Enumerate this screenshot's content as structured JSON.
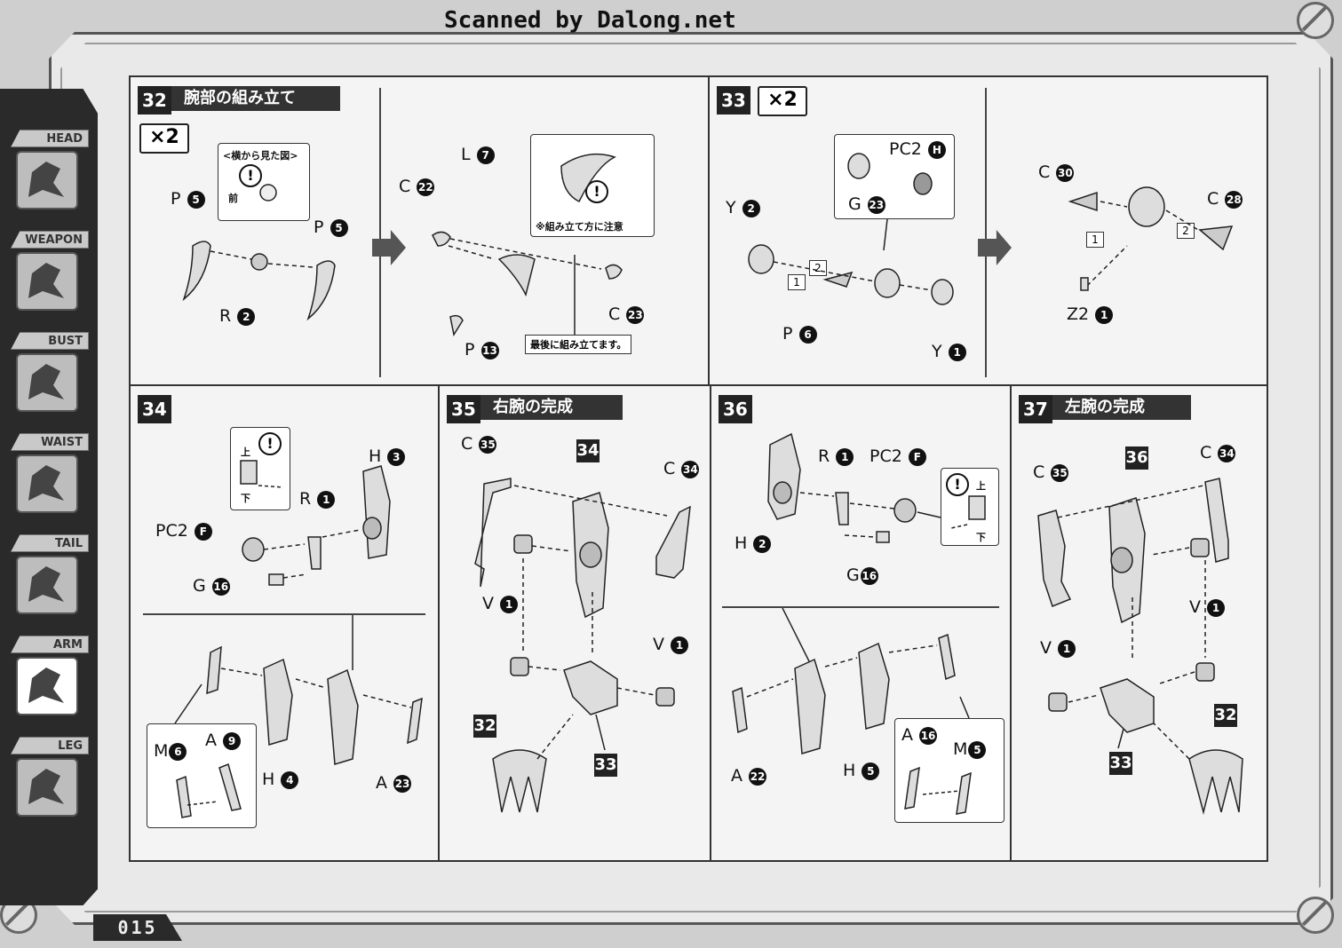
{
  "scan_credit": "Scanned by Dalong.net",
  "page_number": "015",
  "sidebar": {
    "tabs": [
      {
        "label": "HEAD",
        "icon": "head-icon"
      },
      {
        "label": "WEAPON",
        "icon": "weapon-icon"
      },
      {
        "label": "BUST",
        "icon": "bust-icon"
      },
      {
        "label": "WAIST",
        "icon": "waist-icon"
      },
      {
        "label": "TAIL",
        "icon": "tail-icon"
      },
      {
        "label": "ARM",
        "icon": "arm-icon",
        "active": true
      },
      {
        "label": "LEG",
        "icon": "leg-icon"
      }
    ]
  },
  "steps": {
    "s32": {
      "number": "32",
      "title": "腕部の組み立て",
      "qty": "×2",
      "side_view_label": "<横から見た図>",
      "front_label": "前",
      "caution_text": "※組み立て方に注意",
      "last_note": "最後に組み立てます。",
      "parts": {
        "p5a": [
          "P",
          "5"
        ],
        "p5b": [
          "P",
          "5"
        ],
        "r2": [
          "R",
          "2"
        ],
        "l7": [
          "L",
          "7"
        ],
        "c22": [
          "C",
          "22"
        ],
        "c23": [
          "C",
          "23"
        ],
        "p13": [
          "P",
          "13"
        ]
      }
    },
    "s33": {
      "number": "33",
      "qty": "×2",
      "parts": {
        "pc2h": [
          "PC2",
          "H"
        ],
        "g23": [
          "G",
          "23"
        ],
        "y2": [
          "Y",
          "2"
        ],
        "p6": [
          "P",
          "6"
        ],
        "y1": [
          "Y",
          "1"
        ],
        "c30": [
          "C",
          "30"
        ],
        "c28": [
          "C",
          "28"
        ],
        "z21": [
          "Z2",
          "1"
        ]
      },
      "seq": [
        "1",
        "2",
        "1",
        "2"
      ]
    },
    "s34": {
      "number": "34",
      "up_label": "上",
      "down_label": "下",
      "parts": {
        "h3": [
          "H",
          "3"
        ],
        "r1": [
          "R",
          "1"
        ],
        "pc2f": [
          "PC2",
          "F"
        ],
        "g16": [
          "G",
          "16"
        ],
        "m6": [
          "M",
          "6"
        ],
        "a9": [
          "A",
          "9"
        ],
        "h4": [
          "H",
          "4"
        ],
        "a23": [
          "A",
          "23"
        ]
      }
    },
    "s35": {
      "number": "35",
      "title": "右腕の完成",
      "refs": [
        "34",
        "32",
        "33"
      ],
      "parts": {
        "c35": [
          "C",
          "35"
        ],
        "c34": [
          "C",
          "34"
        ],
        "v1a": [
          "V",
          "1"
        ],
        "v1b": [
          "V",
          "1"
        ]
      }
    },
    "s36": {
      "number": "36",
      "up_label": "上",
      "down_label": "下",
      "parts": {
        "r1": [
          "R",
          "1"
        ],
        "pc2f": [
          "PC2",
          "F"
        ],
        "h2": [
          "H",
          "2"
        ],
        "g16": [
          "G",
          "16"
        ],
        "a16": [
          "A",
          "16"
        ],
        "m5": [
          "M",
          "5"
        ],
        "a22": [
          "A",
          "22"
        ],
        "h5": [
          "H",
          "5"
        ]
      }
    },
    "s37": {
      "number": "37",
      "title": "左腕の完成",
      "refs": [
        "36",
        "32",
        "33"
      ],
      "parts": {
        "c35": [
          "C",
          "35"
        ],
        "c34": [
          "C",
          "34"
        ],
        "v1a": [
          "V",
          "1"
        ],
        "v1b": [
          "V",
          "1"
        ]
      }
    }
  }
}
